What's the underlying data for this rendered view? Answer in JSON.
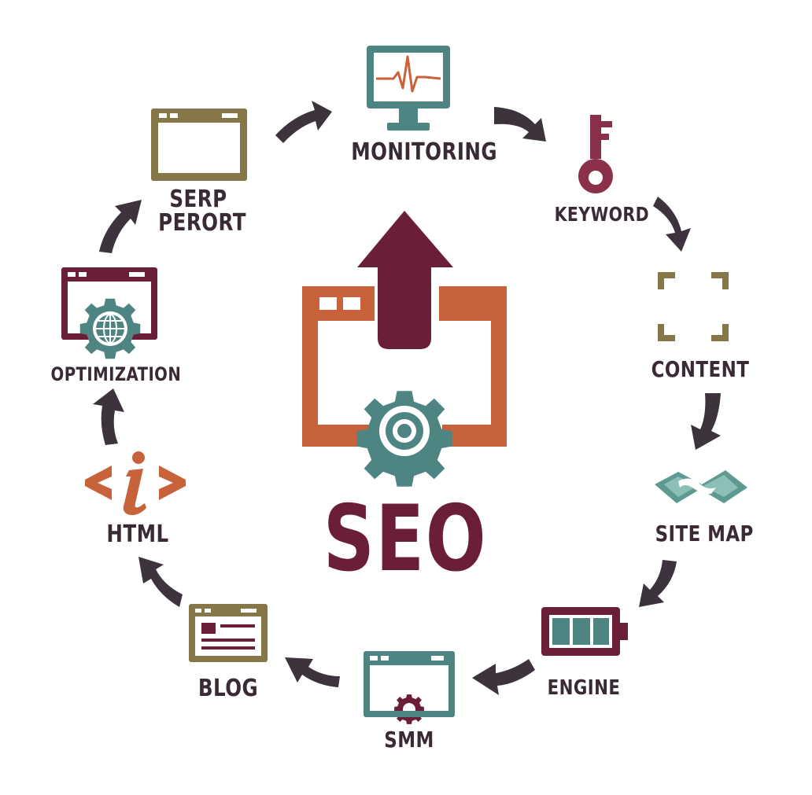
{
  "center": {
    "title": "SEO"
  },
  "nodes": {
    "monitoring": "MONITORING",
    "keyword": "KEYWORD",
    "content": "CONTENT",
    "site_map": "SITE MAP",
    "engine": "ENGINE",
    "smm": "SMM",
    "blog": "BLOG",
    "html": "HTML",
    "optimization": "OPTIMIZATION",
    "serp_line1": "SERP",
    "serp_line2": "PERORT"
  },
  "colors": {
    "teal": "#4e8583",
    "maroon": "#6b1f36",
    "orange": "#c8623a",
    "olive": "#857747",
    "arrow": "#3d333c",
    "text": "#3a2a35"
  }
}
